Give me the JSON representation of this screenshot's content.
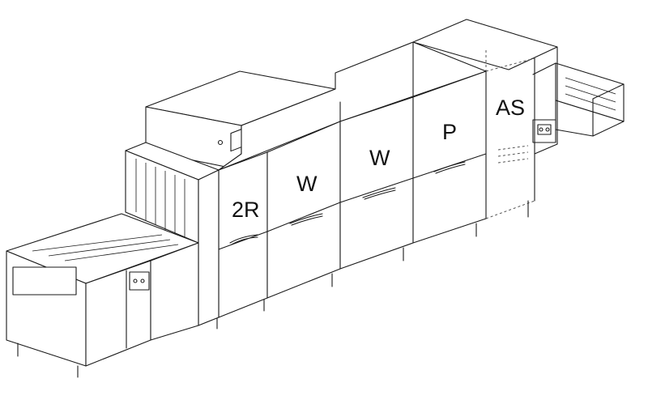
{
  "labels": {
    "rinse": "2R",
    "wash1": "W",
    "wash2": "W",
    "prewash": "P",
    "airseal": "AS"
  }
}
